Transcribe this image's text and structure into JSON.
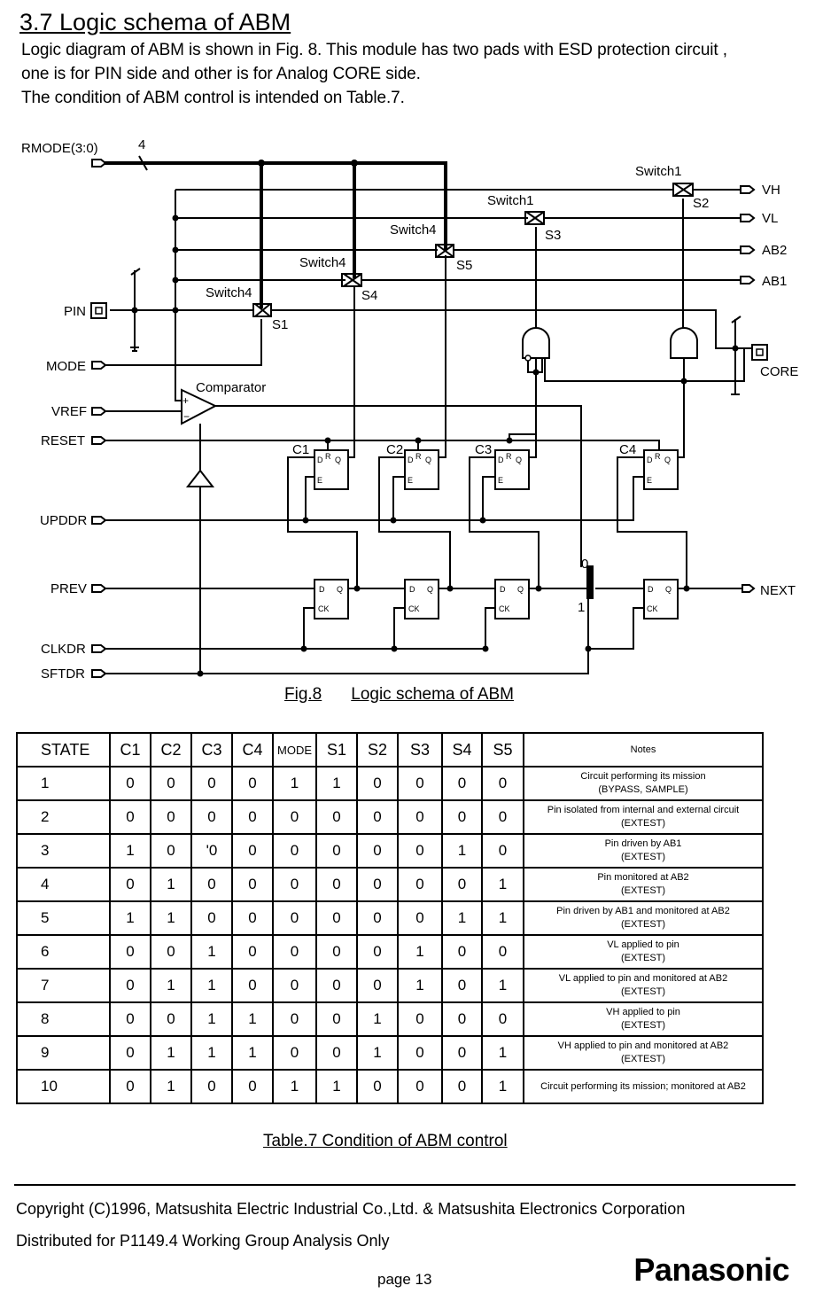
{
  "section": {
    "title": "3.7 Logic schema of ABM"
  },
  "intro": [
    "Logic diagram of ABM is shown in Fig. 8. This module has two pads with ESD protection circuit ,",
    "one is for PIN side and other is for Analog CORE side.",
    "The condition of ABM control is intended  on Table.7."
  ],
  "diagram": {
    "signals": {
      "rmode": "RMODE(3:0)",
      "bus_width": "4",
      "pin": "PIN",
      "mode": "MODE",
      "vref": "VREF",
      "reset": "RESET",
      "upddr": "UPDDR",
      "prev": "PREV",
      "clkdr": "CLKDR",
      "sftdr": "SFTDR",
      "core": "CORE",
      "next": "NEXT",
      "vh": "VH",
      "vl": "VL",
      "ab2": "AB2",
      "ab1": "AB1"
    },
    "components": {
      "comparator": "Comparator",
      "switch1a": "Switch1",
      "switch1b": "Switch1",
      "switch4a": "Switch4",
      "switch4b": "Switch4",
      "switch4c": "Switch4",
      "s1": "S1",
      "s2": "S2",
      "s3": "S3",
      "s4": "S4",
      "s5": "S5",
      "c1": "C1",
      "c2": "C2",
      "c3": "C3",
      "c4": "C4",
      "mux0": "0",
      "mux1": "1"
    },
    "ff_pins": {
      "d": "D",
      "r": "R",
      "q": "Q",
      "e": "E",
      "ck": "CK"
    }
  },
  "figure_caption": {
    "fig": "Fig.8",
    "title": "Logic schema of ABM"
  },
  "table": {
    "headers": [
      "STATE",
      "C1",
      "C2",
      "C3",
      "C4",
      "MODE",
      "S1",
      "S2",
      "S3",
      "S4",
      "S5",
      "Notes"
    ],
    "rows": [
      {
        "state": "1",
        "values": [
          "0",
          "0",
          "0",
          "0",
          "1",
          "1",
          "0",
          "0",
          "0",
          "0"
        ],
        "note1": "Circuit performing its mission",
        "note2": "(BYPASS, SAMPLE)"
      },
      {
        "state": "2",
        "values": [
          "0",
          "0",
          "0",
          "0",
          "0",
          "0",
          "0",
          "0",
          "0",
          "0"
        ],
        "note1": "Pin isolated from internal and external circuit",
        "note2": "(EXTEST)"
      },
      {
        "state": "3",
        "values": [
          "1",
          "0",
          "'0",
          "0",
          "0",
          "0",
          "0",
          "0",
          "1",
          "0"
        ],
        "note1": "Pin driven by AB1",
        "note2": "(EXTEST)"
      },
      {
        "state": "4",
        "values": [
          "0",
          "1",
          "0",
          "0",
          "0",
          "0",
          "0",
          "0",
          "0",
          "1"
        ],
        "note1": "Pin monitored at AB2",
        "note2": "(EXTEST)"
      },
      {
        "state": "5",
        "values": [
          "1",
          "1",
          "0",
          "0",
          "0",
          "0",
          "0",
          "0",
          "1",
          "1"
        ],
        "note1": "Pin driven by AB1 and monitored at AB2",
        "note2": "(EXTEST)"
      },
      {
        "state": "6",
        "values": [
          "0",
          "0",
          "1",
          "0",
          "0",
          "0",
          "0",
          "1",
          "0",
          "0"
        ],
        "note1": "VL applied to pin",
        "note2": "(EXTEST)"
      },
      {
        "state": "7",
        "values": [
          "0",
          "1",
          "1",
          "0",
          "0",
          "0",
          "0",
          "1",
          "0",
          "1"
        ],
        "note1": "VL applied to pin and monitored at AB2",
        "note2": "(EXTEST)"
      },
      {
        "state": "8",
        "values": [
          "0",
          "0",
          "1",
          "1",
          "0",
          "0",
          "1",
          "0",
          "0",
          "0"
        ],
        "note1": "VH applied to pin",
        "note2": "(EXTEST)"
      },
      {
        "state": "9",
        "values": [
          "0",
          "1",
          "1",
          "1",
          "0",
          "0",
          "1",
          "0",
          "0",
          "1"
        ],
        "note1": "VH applied to pin and monitored at AB2",
        "note2": "(EXTEST)"
      },
      {
        "state": "10",
        "values": [
          "0",
          "1",
          "0",
          "0",
          "1",
          "1",
          "0",
          "0",
          "0",
          "1"
        ],
        "note1": "Circuit performing its mission; monitored at AB2",
        "note2": ""
      }
    ]
  },
  "table_caption": "Table.7    Condition of ABM control",
  "footer": {
    "copyright": "Copyright (C)1996, Matsushita Electric Industrial Co.,Ltd. &   Matsushita Electronics Corporation",
    "distribution": "Distributed for P1149.4 Working Group Analysis Only",
    "page": "page 13",
    "logo": "Panasonic"
  }
}
